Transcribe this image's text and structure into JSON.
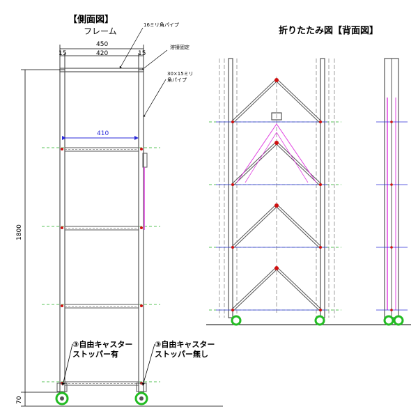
{
  "side_view": {
    "title": "【側面図】",
    "subtitle": "フレーム",
    "dim_total_width": "450",
    "dim_left_margin": "15",
    "dim_inner": "420",
    "dim_right_margin": "15",
    "dim_shelf": "410",
    "dim_height": "1800",
    "dim_caster": "70",
    "note_top_pipe": "16ミリ角パイプ",
    "note_weld": "溶接固定",
    "note_side_pipe_1": "30×15ミリ",
    "note_side_pipe_2": "角パイプ",
    "caster_left_1": "③自由キャスター",
    "caster_left_2": "ストッパー有",
    "caster_right_1": "③自由キャスター",
    "caster_right_2": "ストッパー無し"
  },
  "back_view": {
    "title": "折りたたみ図【背面図】"
  },
  "colors": {
    "frame": "#555555",
    "dimension_blue": "#2a2ad8",
    "hinge_red": "#d01010",
    "fold_magenta": "#e040e0",
    "center_green": "#20b020",
    "caster_green": "#22bb22"
  }
}
